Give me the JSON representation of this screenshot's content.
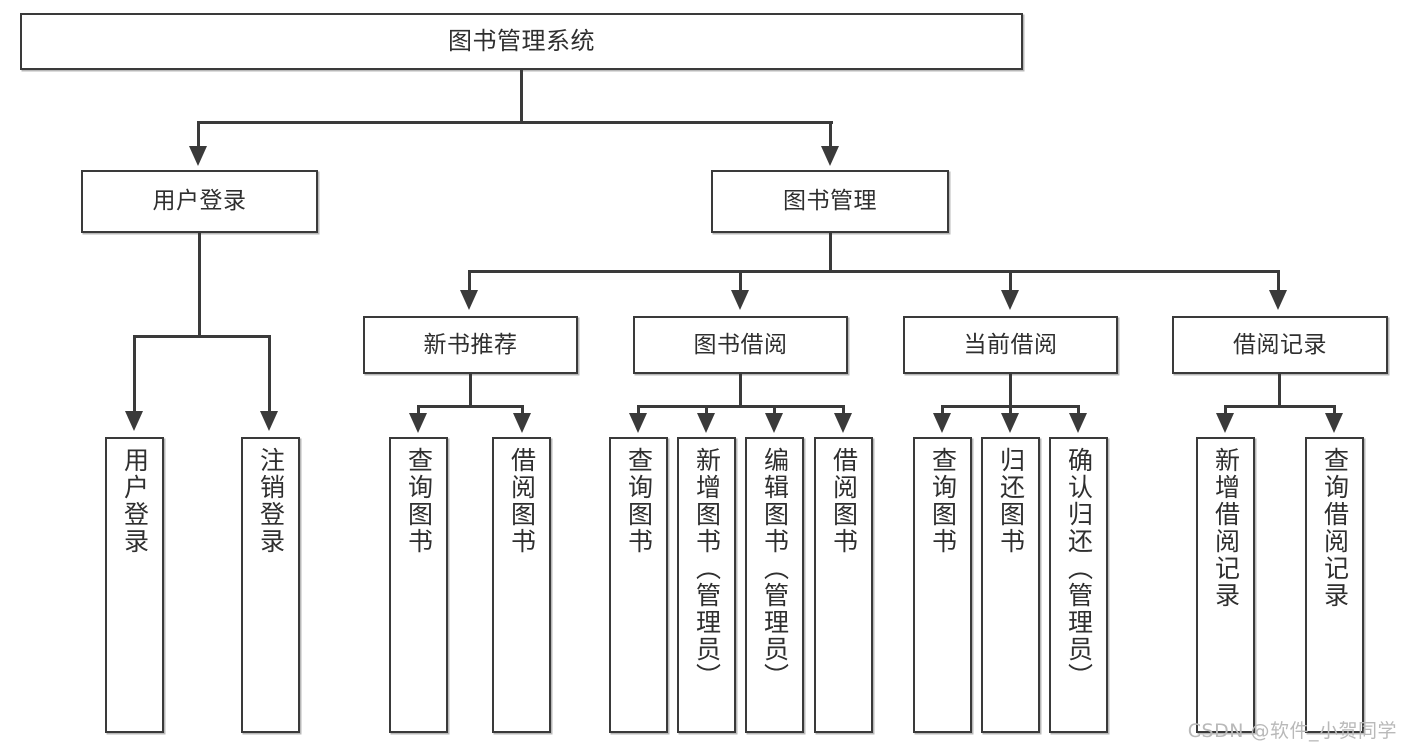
{
  "diagram": {
    "title": "图书管理系统",
    "type": "tree-hierarchy",
    "root": {
      "label": "图书管理系统"
    },
    "level2": [
      {
        "id": "user-login",
        "label": "用户登录"
      },
      {
        "id": "book-management",
        "label": "图书管理"
      }
    ],
    "level3": [
      {
        "id": "new-book-recommend",
        "label": "新书推荐"
      },
      {
        "id": "book-borrow",
        "label": "图书借阅"
      },
      {
        "id": "current-borrow",
        "label": "当前借阅"
      },
      {
        "id": "borrow-record",
        "label": "借阅记录"
      }
    ],
    "leaves": {
      "user_login": [
        {
          "id": "leaf-user-login",
          "label": "用户登录"
        },
        {
          "id": "leaf-logout",
          "label": "注销登录"
        }
      ],
      "new_book_recommend": [
        {
          "id": "leaf-query-book-1",
          "label": "查询图书"
        },
        {
          "id": "leaf-borrow-book-1",
          "label": "借阅图书"
        }
      ],
      "book_borrow": [
        {
          "id": "leaf-query-book-2",
          "label": "查询图书"
        },
        {
          "id": "leaf-add-book",
          "label": "新增图书（管理员）"
        },
        {
          "id": "leaf-edit-book",
          "label": "编辑图书（管理员）"
        },
        {
          "id": "leaf-borrow-book-2",
          "label": "借阅图书"
        }
      ],
      "current_borrow": [
        {
          "id": "leaf-query-book-3",
          "label": "查询图书"
        },
        {
          "id": "leaf-return-book",
          "label": "归还图书"
        },
        {
          "id": "leaf-confirm-return",
          "label": "确认归还（管理员）"
        }
      ],
      "borrow_record": [
        {
          "id": "leaf-add-record",
          "label": "新增借阅记录"
        },
        {
          "id": "leaf-query-record",
          "label": "查询借阅记录"
        }
      ]
    },
    "colors": {
      "stroke": "#3a3a3a",
      "fill": "#ffffff",
      "text": "#2f2f2f",
      "watermark": "#b9b9b9"
    }
  },
  "watermark": {
    "text": "CSDN @软件_小贺同学"
  }
}
